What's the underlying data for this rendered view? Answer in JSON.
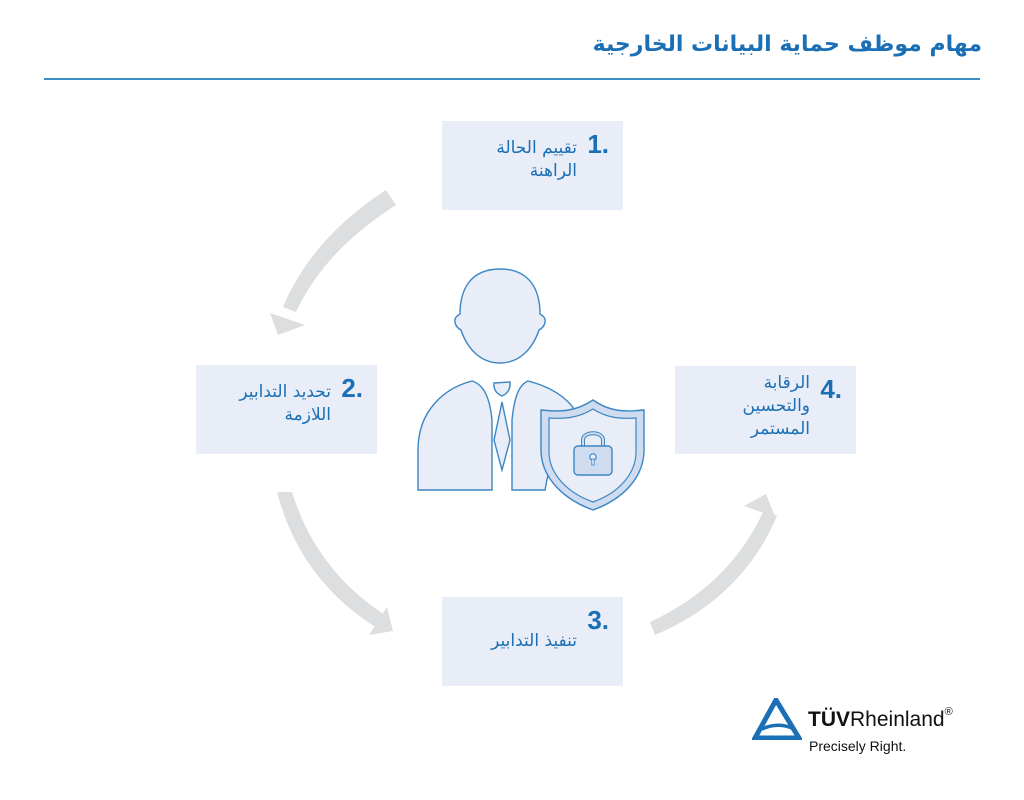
{
  "header": {
    "title": "مهام موظف حماية البيانات الخارجية"
  },
  "steps": [
    {
      "number": "1.",
      "label": "تقييم الحالة الراهنة"
    },
    {
      "number": "2.",
      "label": "تحديد التدابير اللازمة"
    },
    {
      "number": "3.",
      "label": "تنفيذ التدابير"
    },
    {
      "number": "4.",
      "label": "الرقابة والتحسين المستمر"
    }
  ],
  "center_graphic": {
    "icon": "person-with-shield-lock-icon"
  },
  "arrows": {
    "color": "#dcdedf",
    "flow": [
      "1 → 2",
      "2 → 3",
      "3 → 4"
    ]
  },
  "colors": {
    "accent": "#1a6fb5",
    "rule": "#3b8fc4",
    "box_fill": "#e8edf8",
    "figure_fill": "#e8edf8",
    "figure_stroke": "#3b86c4"
  },
  "logo": {
    "brand_bold": "TÜV",
    "brand_regular": "Rheinland",
    "registered": "®",
    "tagline": "Precisely Right."
  }
}
